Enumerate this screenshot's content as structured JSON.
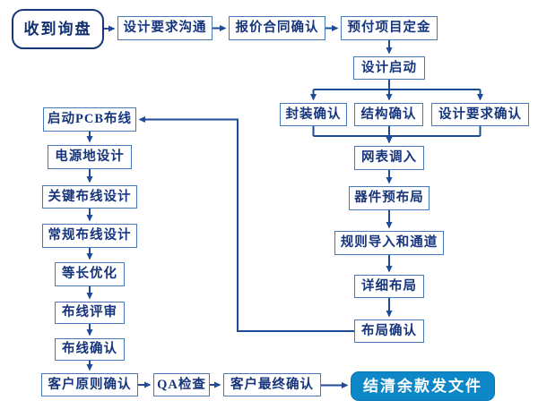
{
  "diagram_type": "flowchart",
  "colors": {
    "line": "#1d4b97",
    "box_border": "#4678b8",
    "box_text": "#17357d",
    "start_border": "#16367b",
    "final_fill": "#0e87c9",
    "final_text": "#ffffff",
    "background": "#ffffff"
  },
  "nodes": [
    {
      "id": "receive-inquiry",
      "label": "收到询盘",
      "shape": "rounded",
      "emphasis": "start"
    },
    {
      "id": "design-requirement-communication",
      "label": "设计要求沟通",
      "shape": "rect"
    },
    {
      "id": "quotation-contract-confirm",
      "label": "报价合同确认",
      "shape": "rect"
    },
    {
      "id": "project-deposit-prepay",
      "label": "预付项目定金",
      "shape": "rect"
    },
    {
      "id": "design-kickoff",
      "label": "设计启动",
      "shape": "rect"
    },
    {
      "id": "package-confirm",
      "label": "封装确认",
      "shape": "rect"
    },
    {
      "id": "structure-confirm",
      "label": "结构确认",
      "shape": "rect"
    },
    {
      "id": "design-requirement-confirm",
      "label": "设计要求确认",
      "shape": "rect"
    },
    {
      "id": "netlist-import",
      "label": "网表调入",
      "shape": "rect"
    },
    {
      "id": "component-preplacement",
      "label": "器件预布局",
      "shape": "rect"
    },
    {
      "id": "rule-import-and-channel",
      "label": "规则导入和通道",
      "shape": "rect"
    },
    {
      "id": "detailed-placement",
      "label": "详细布局",
      "shape": "rect"
    },
    {
      "id": "placement-confirm",
      "label": "布局确认",
      "shape": "rect"
    },
    {
      "id": "start-pcb-routing",
      "label": "启动PCB布线",
      "shape": "rect"
    },
    {
      "id": "power-ground-design",
      "label": "电源地设计",
      "shape": "rect"
    },
    {
      "id": "critical-routing-design",
      "label": "关键布线设计",
      "shape": "rect"
    },
    {
      "id": "regular-routing-design",
      "label": "常规布线设计",
      "shape": "rect"
    },
    {
      "id": "equal-length-optimization",
      "label": "等长优化",
      "shape": "rect"
    },
    {
      "id": "routing-review",
      "label": "布线评审",
      "shape": "rect"
    },
    {
      "id": "routing-confirm",
      "label": "布线确认",
      "shape": "rect"
    },
    {
      "id": "customer-principle-confirm",
      "label": "客户原则确认",
      "shape": "rect"
    },
    {
      "id": "qa-check",
      "label": "QA检查",
      "shape": "rect"
    },
    {
      "id": "customer-final-confirm",
      "label": "客户最终确认",
      "shape": "rect"
    },
    {
      "id": "settle-balance-deliver-files",
      "label": "结清余款发文件",
      "shape": "rounded-filled",
      "emphasis": "end"
    }
  ],
  "edges": [
    {
      "from": "receive-inquiry",
      "to": "design-requirement-communication"
    },
    {
      "from": "design-requirement-communication",
      "to": "quotation-contract-confirm"
    },
    {
      "from": "quotation-contract-confirm",
      "to": "project-deposit-prepay"
    },
    {
      "from": "project-deposit-prepay",
      "to": "design-kickoff"
    },
    {
      "from": "design-kickoff",
      "to": "package-confirm"
    },
    {
      "from": "design-kickoff",
      "to": "structure-confirm"
    },
    {
      "from": "design-kickoff",
      "to": "design-requirement-confirm"
    },
    {
      "from": "package-confirm",
      "to": "netlist-import"
    },
    {
      "from": "structure-confirm",
      "to": "netlist-import"
    },
    {
      "from": "design-requirement-confirm",
      "to": "netlist-import"
    },
    {
      "from": "netlist-import",
      "to": "component-preplacement"
    },
    {
      "from": "component-preplacement",
      "to": "rule-import-and-channel"
    },
    {
      "from": "rule-import-and-channel",
      "to": "detailed-placement"
    },
    {
      "from": "detailed-placement",
      "to": "placement-confirm"
    },
    {
      "from": "placement-confirm",
      "to": "start-pcb-routing"
    },
    {
      "from": "start-pcb-routing",
      "to": "power-ground-design"
    },
    {
      "from": "power-ground-design",
      "to": "critical-routing-design"
    },
    {
      "from": "critical-routing-design",
      "to": "regular-routing-design"
    },
    {
      "from": "regular-routing-design",
      "to": "equal-length-optimization"
    },
    {
      "from": "equal-length-optimization",
      "to": "routing-review"
    },
    {
      "from": "routing-review",
      "to": "routing-confirm"
    },
    {
      "from": "routing-confirm",
      "to": "customer-principle-confirm"
    },
    {
      "from": "customer-principle-confirm",
      "to": "qa-check"
    },
    {
      "from": "qa-check",
      "to": "customer-final-confirm"
    },
    {
      "from": "customer-final-confirm",
      "to": "settle-balance-deliver-files"
    }
  ]
}
